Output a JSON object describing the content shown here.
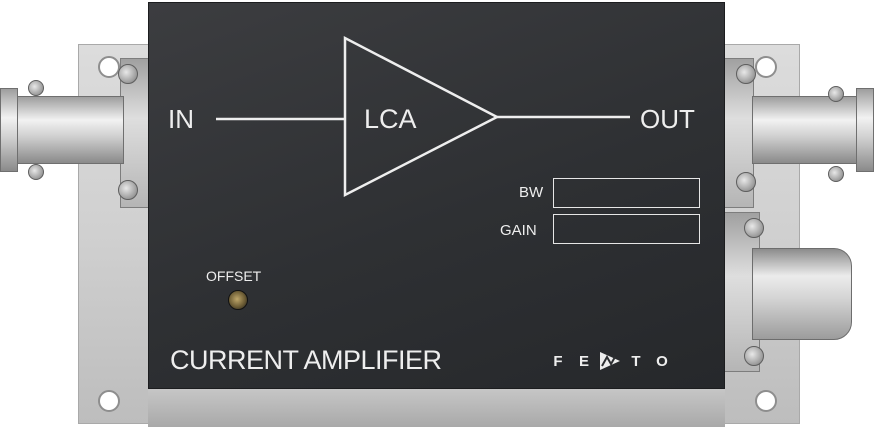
{
  "panel": {
    "input_label": "IN",
    "output_label": "OUT",
    "amplifier_label": "LCA",
    "bandwidth_label": "BW",
    "gain_label": "GAIN",
    "offset_label": "OFFSET",
    "product_title": "CURRENT AMPLIFIER"
  },
  "logo": {
    "letters": [
      "F",
      "E",
      "M",
      "T",
      "O"
    ]
  },
  "colors": {
    "housing": "#2e3033",
    "print": "#eeeeee",
    "plate": "#d0d0d0"
  }
}
